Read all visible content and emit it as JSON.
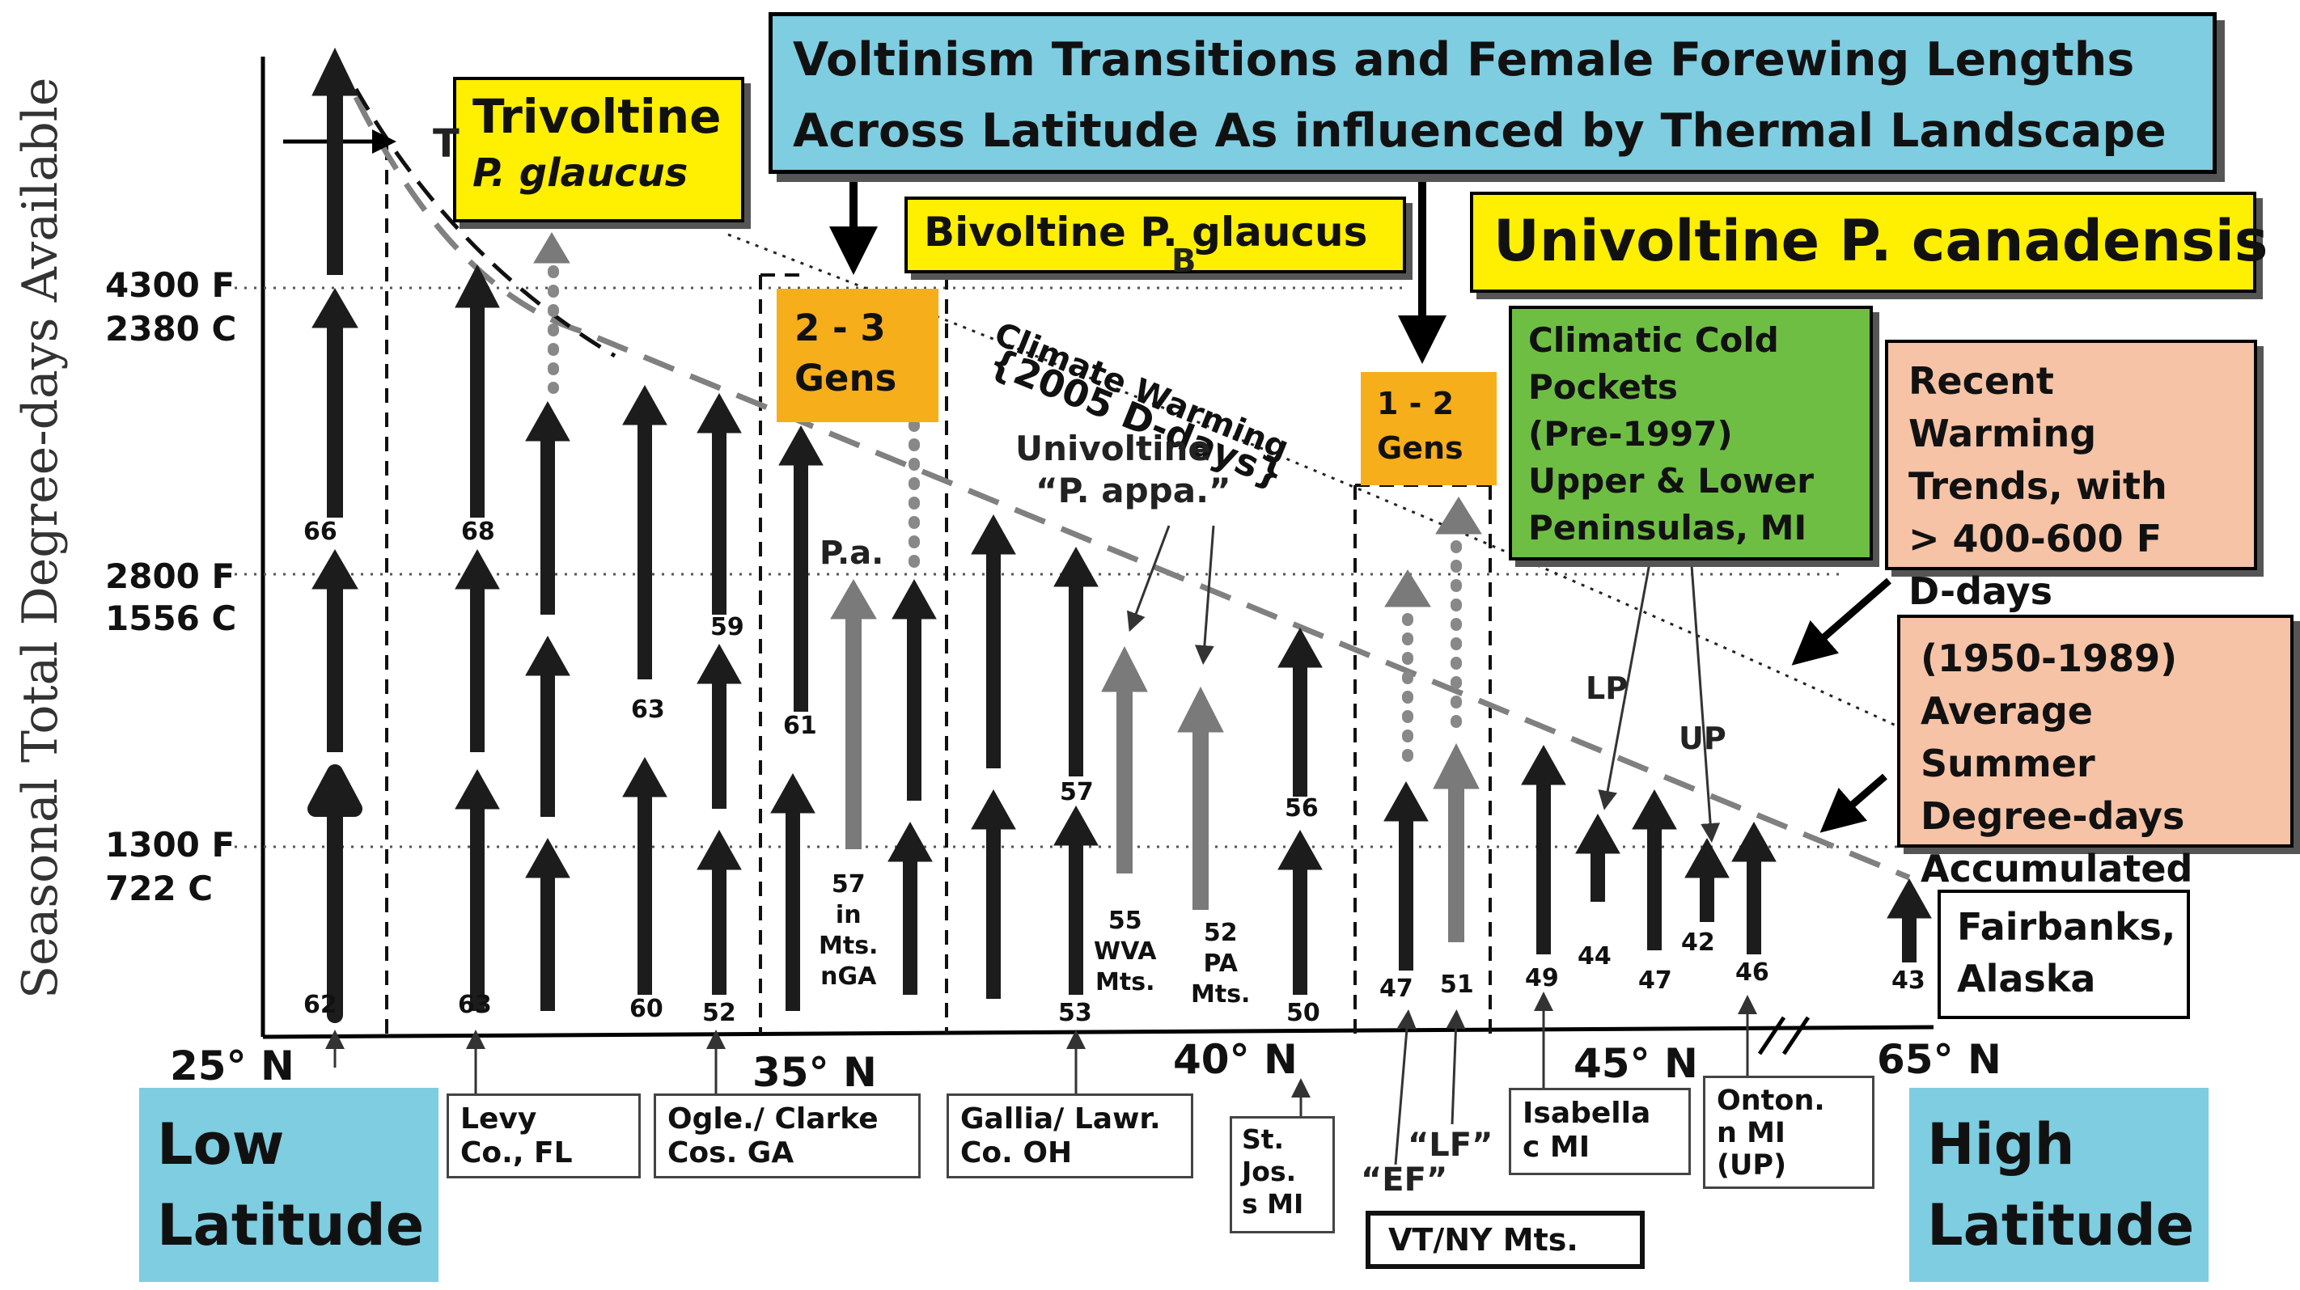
{
  "title": "Voltinism Transitions and Female Forewing Lengths\nAcross Latitude As influenced by Thermal Landscape",
  "y_axis_title": "Seasonal Total Degree-days Available",
  "y_ticks": [
    {
      "f": "4300 F",
      "c": "2380 C"
    },
    {
      "f": "2800 F",
      "c": "1556 C"
    },
    {
      "f": "1300 F",
      "c": "722 C"
    }
  ],
  "x_ticks": [
    "25° N",
    "35° N",
    "40° N",
    "45° N",
    "65° N"
  ],
  "labels": {
    "trivoltine_line1": "Trivoltine",
    "trivoltine_line2": "P. glaucus",
    "bivoltine": "Bivoltine  P. glaucus",
    "univoltine_canadensis": "Univoltine P. canadensis",
    "gens_2_3": "2 - 3\nGens",
    "gens_1_2": "1 - 2\nGens",
    "cold_pockets": "Climatic Cold\n  Pockets\n  (Pre-1997)\nUpper & Lower\nPeninsulas, MI",
    "recent_warming": "Recent Warming\nTrends, with\n  > 400-600 F\n    D-days",
    "average_summer": "(1950-1989)\nAverage Summer\nDegree-days\nAccumulated",
    "climate_warming_1": "Climate Warming",
    "climate_warming_2": "{2005 D-days}",
    "univoltine_pappa_1": "Univoltine",
    "univoltine_pappa_2": "“P. appa.”",
    "pa": "P.a.",
    "t_fragment": "T",
    "b_fragment": "B",
    "lp": "LP",
    "up": "UP",
    "ef": "“EF”",
    "lf": "“LF”",
    "fairbanks": "Fairbanks,\nAlaska",
    "low_latitude": "Low\nLatitude",
    "high_latitude": "High\nLatitude",
    "vt_ny": "VT/NY  Mts."
  },
  "locations": {
    "levy": "Levy\n Co.,  FL",
    "ogle": "Ogle./ Clarke\n Cos. GA",
    "gallia": "Gallia/ Lawr.\n Co. OH",
    "stjos": "St.\nJos.\ns MI",
    "isabella": "Isabella\n c  MI",
    "onton": "Onton.\nn MI\n (UP)"
  },
  "forewing_lengths": {
    "s62": "62",
    "s66": "66",
    "s63": "63",
    "s68": "68",
    "s60": "60",
    "s63b": "63",
    "s52": "52",
    "s59": "59",
    "s61": "61",
    "s57": "57",
    "s57in": "57\nin\nMts.\nnGA",
    "s53": "53",
    "s57b": "57",
    "s55": "55\nWVA\nMts.",
    "s52pa": "52\nPA\nMts.",
    "s50": "50",
    "s56": "56",
    "s47": "47",
    "s51": "51",
    "s49": "49",
    "s44": "44",
    "s47b": "47",
    "s42": "42",
    "s46": "46",
    "s43": "43"
  },
  "colors": {
    "title_box": "#7ecde0",
    "yellow_box": "#ffef00",
    "gens_box": "#f7ae1b",
    "green_box": "#6fbe44",
    "peach_box": "#f6c3a6",
    "dark_arrow": "#1c1c1c",
    "gray_arrow": "#7a7a7a",
    "dashed_trend": "#808080"
  }
}
